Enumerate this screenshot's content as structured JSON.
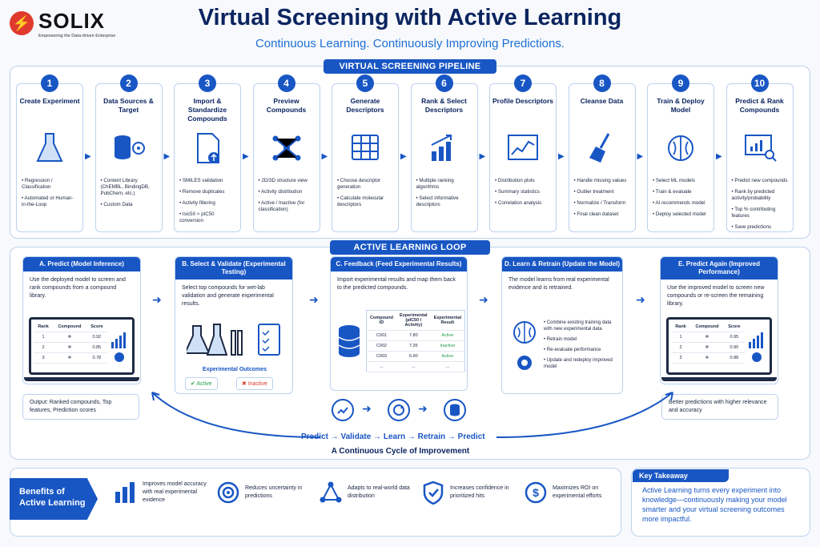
{
  "logo": {
    "mark": "⚡",
    "name": "SOLIX",
    "tagline": "Empowering the Data-driven Enterprise"
  },
  "title": "Virtual Screening with Active Learning",
  "subtitle": "Continuous Learning. Continuously Improving Predictions.",
  "pipeline": {
    "label": "VIRTUAL SCREENING PIPELINE",
    "steps": [
      {
        "num": "1",
        "title": "Create Experiment",
        "icon": "flask-icon",
        "items": [
          "Regression / Classification",
          "Automated or Human-in-the-Loop"
        ]
      },
      {
        "num": "2",
        "title": "Data Sources & Target",
        "icon": "database-target-icon",
        "items": [
          "Content Library (ChEMBL, BindingDB, PubChem, etc.)",
          "Custom Data"
        ]
      },
      {
        "num": "3",
        "title": "Import & Standardize Compounds",
        "icon": "document-upload-icon",
        "items": [
          "SMILES validation",
          "Remove duplicates",
          "Activity filtering",
          "Isic50 > pIC50 conversion"
        ]
      },
      {
        "num": "4",
        "title": "Preview Compounds",
        "icon": "molecule-icon",
        "items": [
          "2D/3D structure view",
          "Activity distribution",
          "Active / Inactive (for classification)"
        ]
      },
      {
        "num": "5",
        "title": "Generate Descriptors",
        "icon": "grid-icon",
        "items": [
          "Choose descriptor generation",
          "Calculate molecular descriptors"
        ]
      },
      {
        "num": "6",
        "title": "Rank & Select Descriptors",
        "icon": "bar-chart-icon",
        "items": [
          "Multiple ranking algorithms",
          "Select informative descriptors"
        ]
      },
      {
        "num": "7",
        "title": "Profile Descriptors",
        "icon": "line-chart-icon",
        "items": [
          "Distribution plots",
          "Summary statistics",
          "Correlation analysis"
        ]
      },
      {
        "num": "8",
        "title": "Cleanse Data",
        "icon": "broom-icon",
        "items": [
          "Handle missing values",
          "Outlier treatment",
          "Normalize / Transform",
          "Final clean dataset"
        ]
      },
      {
        "num": "9",
        "title": "Train & Deploy Model",
        "icon": "brain-icon",
        "items": [
          "Select ML models",
          "Train & evaluate",
          "AI recommends model",
          "Deploy selected model"
        ]
      },
      {
        "num": "10",
        "title": "Predict & Rank Compounds",
        "icon": "monitor-chart-icon",
        "items": [
          "Predict new compounds",
          "Rank by predicted activity/probability",
          "Top % contributing features",
          "Save predictions"
        ]
      }
    ]
  },
  "loop": {
    "label": "ACTIVE LEARNING LOOP",
    "a": {
      "title": "A. Predict (Model Inference)",
      "text": "Use the deployed model to screen and rank compounds from a compound library.",
      "table": {
        "headers": [
          "Rank",
          "Compound",
          "Score"
        ],
        "rows": [
          [
            "1",
            "0.92"
          ],
          [
            "2",
            "0.85"
          ],
          [
            "3",
            "0.78"
          ]
        ]
      },
      "output": "Output: Ranked compounds, Top features, Prediction scores"
    },
    "b": {
      "title": "B. Select & Validate (Experimental Testing)",
      "text": "Select top compounds for wet-lab validation and generate experimental results.",
      "outcomes_label": "Experimental Outcomes",
      "active": "Active",
      "inactive": "Inactive"
    },
    "c": {
      "title": "C. Feedback (Feed Experimental Results)",
      "text": "Import experimental results and map them back to the predicted compounds.",
      "table": {
        "headers": [
          "Compound ID",
          "Experimental (pIC50 / Activity)",
          "Experimental Result"
        ],
        "rows": [
          [
            "C001",
            "7.80",
            "Active"
          ],
          [
            "C002",
            "7.35",
            "Inactive"
          ],
          [
            "C003",
            "6.90",
            "Active"
          ],
          [
            "...",
            "...",
            "..."
          ]
        ]
      }
    },
    "d": {
      "title": "D. Learn & Retrain (Update the Model)",
      "text": "The model learns from real experimental evidence and is retrained.",
      "items": [
        "Combine existing training data with new experimental data",
        "Retrain model",
        "Re-evaluate performance",
        "Update and redeploy improved model"
      ]
    },
    "e": {
      "title": "E. Predict Again (Improved Performance)",
      "text": "Use the improved model to screen new compounds or re-screen the remaining library.",
      "table": {
        "headers": [
          "Rank",
          "Compound",
          "Score"
        ],
        "rows": [
          [
            "1",
            "0.95"
          ],
          [
            "2",
            "0.90"
          ],
          [
            "3",
            "0.88"
          ]
        ]
      },
      "output": "Better predictions with higher relevance and accuracy"
    },
    "cycle": [
      "Predict",
      "Validate",
      "Learn",
      "Retrain",
      "Predict"
    ],
    "cycle_label": "A Continuous Cycle of Improvement"
  },
  "benefits": {
    "label": "Benefits of Active Learning",
    "items": [
      {
        "icon": "bars-icon",
        "text": "Improves model accuracy with real experimental evidence"
      },
      {
        "icon": "target-icon",
        "text": "Reduces uncertainty in predictions"
      },
      {
        "icon": "network-icon",
        "text": "Adapts to real-world data distribution"
      },
      {
        "icon": "shield-check-icon",
        "text": "Increases confidence in prioritized hits"
      },
      {
        "icon": "dollar-icon",
        "text": "Maximizes ROI on experimental efforts"
      }
    ]
  },
  "takeaway": {
    "label": "Key Takeaway",
    "text": "Active Learning turns every experiment into knowledge—continuously making your model smarter and your virtual screening outcomes more impactful."
  },
  "colors": {
    "primary": "#1856c4",
    "navy": "#0b2560",
    "accent_red": "#e03a2f",
    "active_green": "#1e9e4a",
    "inactive_red": "#d93b30"
  }
}
